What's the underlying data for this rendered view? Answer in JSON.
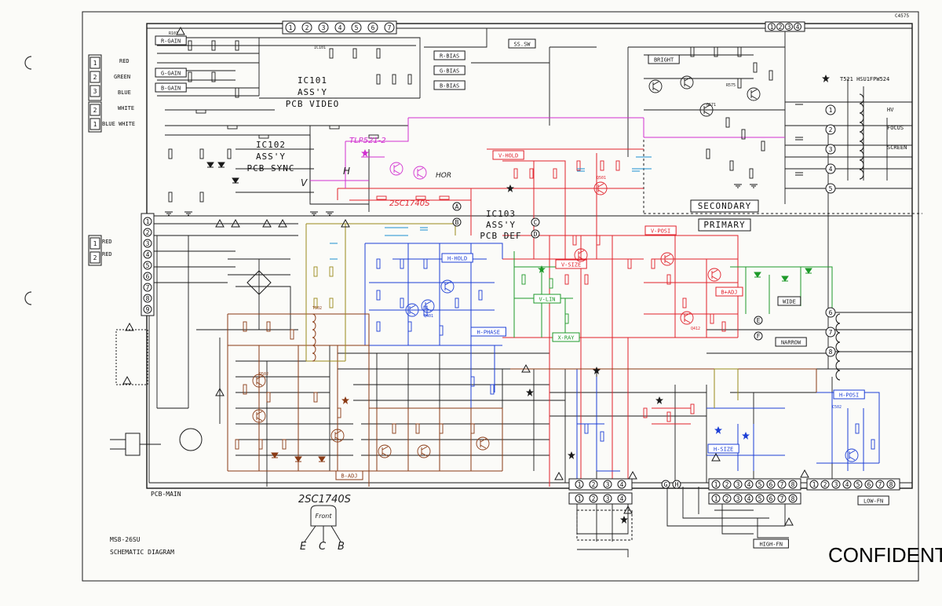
{
  "title_block": {
    "model": "MS8-26SU",
    "title": "SCHEMATIC DIAGRAM",
    "stamp": "CONFIDENTIAL",
    "board": "PCB-MAIN"
  },
  "corner_label": "C4575",
  "modules": {
    "video": [
      "IC101",
      "ASS'Y",
      "PCB VIDEO"
    ],
    "sync": [
      "IC102",
      "ASS'Y",
      "PCB SYNC"
    ],
    "def": [
      "IC103",
      "ASS'Y",
      "PCB DEF"
    ]
  },
  "regions": {
    "secondary": "SECONDARY",
    "primary": "PRIMARY"
  },
  "handwritten": {
    "part": "2SC1740S",
    "body": "Front",
    "pins": [
      "E",
      "C",
      "B"
    ],
    "note_tlp": "TLP521-2",
    "note_2sc": "2SC1740S",
    "note_hor": "HOR",
    "note_h": "H",
    "note_v": "V"
  },
  "input_labels": [
    "RED",
    "GREEN",
    "BLUE",
    "WHITE",
    "BLUE WHITE",
    "RED",
    "RED"
  ],
  "connector_pins": {
    "top": [
      "1",
      "2",
      "3",
      "4",
      "5",
      "6",
      "7"
    ],
    "left_rgb": [
      "1",
      "2",
      "3"
    ],
    "left_sync": [
      "2",
      "1"
    ],
    "left_def": [
      "1",
      "2"
    ],
    "bottom_a": [
      "1",
      "2",
      "3",
      "4"
    ],
    "bottom_b": [
      "1",
      "2",
      "3",
      "4",
      "5",
      "6",
      "7",
      "8"
    ],
    "bottom_c": [
      "1",
      "2",
      "3",
      "4",
      "5",
      "6",
      "7",
      "8"
    ],
    "top_right": [
      "1",
      "2",
      "3",
      "4"
    ],
    "right_col": [
      "1",
      "2",
      "3",
      "4",
      "5",
      "6",
      "7",
      "8"
    ],
    "circled": [
      "A",
      "B",
      "C",
      "D",
      "E",
      "F",
      "G",
      "H"
    ]
  },
  "boxed_labels": {
    "r_gain": "R-GAIN",
    "g_gain": "G-GAIN",
    "b_gain": "B-GAIN",
    "r_bias": "R-BIAS",
    "g_bias": "G-BIAS",
    "b_bias": "B-BIAS",
    "ss_sw": "SS.SW",
    "bright": "BRIGHT",
    "v_hold": "V-HOLD",
    "h_hold": "H-HOLD",
    "v_size": "V-SIZE",
    "v_lin": "V-LIN",
    "v_posi": "V-POSI",
    "h_phase": "H-PHASE",
    "x_ray": "X-RAY",
    "b_adj": "B-ADJ",
    "h_posi": "H-POSI",
    "h_size": "H-SIZE",
    "wide": "WIDE",
    "narrow": "NARROW",
    "low_fn": "LOW-FN",
    "high_fn": "HIGH-FN",
    "w_adj": "B+ADJ"
  },
  "right_labels": [
    "HV",
    "FOCUS",
    "SCREEN"
  ],
  "transformer": "T521 HSU1FPW524",
  "icons": [
    "warning-triangle-icon",
    "star-mark-icon",
    "ground-icon",
    "ac-plug-icon"
  ],
  "colors": {
    "ink": "#1a1a1a",
    "red": "#e0202a",
    "blue": "#1d3fd6",
    "green": "#1e9a2a",
    "magenta": "#d12fd0",
    "brown": "#8a3a14",
    "olive": "#9a8a1a",
    "cyan": "#1b8fd0",
    "orange": "#d87a1a",
    "paper": "#fbfbf8"
  }
}
